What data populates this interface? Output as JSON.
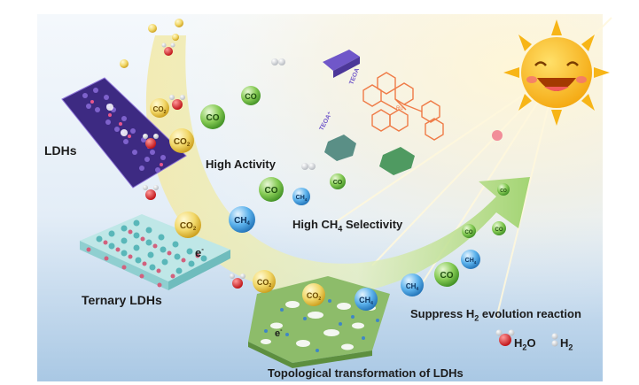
{
  "labels": {
    "ldhs": "LDHs",
    "ternary": "Ternary LDHs",
    "high_activity": "High Activity",
    "high_ch4_prefix": "High CH",
    "high_ch4_sub": "4",
    "high_ch4_suffix": " Selectivity",
    "suppress_prefix": "Suppress H",
    "suppress_sub": "2",
    "suppress_suffix": " evolution reaction",
    "topological": "Topological transformation of LDHs"
  },
  "legend": {
    "h2o_prefix": "H",
    "h2o_sub": "2",
    "h2o_suffix": "O",
    "h2_prefix": "H",
    "h2_sub": "2"
  },
  "bubble_text": {
    "co2_main": "CO",
    "co2_sub": "2",
    "co": "CO",
    "ch4_main": "CH",
    "ch4_sub": "4",
    "electron": "e",
    "electron_sup": "-"
  },
  "molecule_labels": {
    "teoa": "TEOA",
    "teoa_plus": "TEOA⁺",
    "ru": "Ru"
  },
  "colors": {
    "co2_bubble": "#e9c43a",
    "co_bubble": "#6fbe3c",
    "ch4_bubble": "#3a9ad6",
    "arrow_green": "#a8d878",
    "arrow_yellow": "#f3e9a8",
    "sun": "#f7b517",
    "ldh_purple": "#5a3c9e",
    "ternary_teal": "#59b7b9",
    "ternary_pink": "#d2607d",
    "sheet_green": "#8dbc6a",
    "ru_complex": "#ef7b47"
  }
}
